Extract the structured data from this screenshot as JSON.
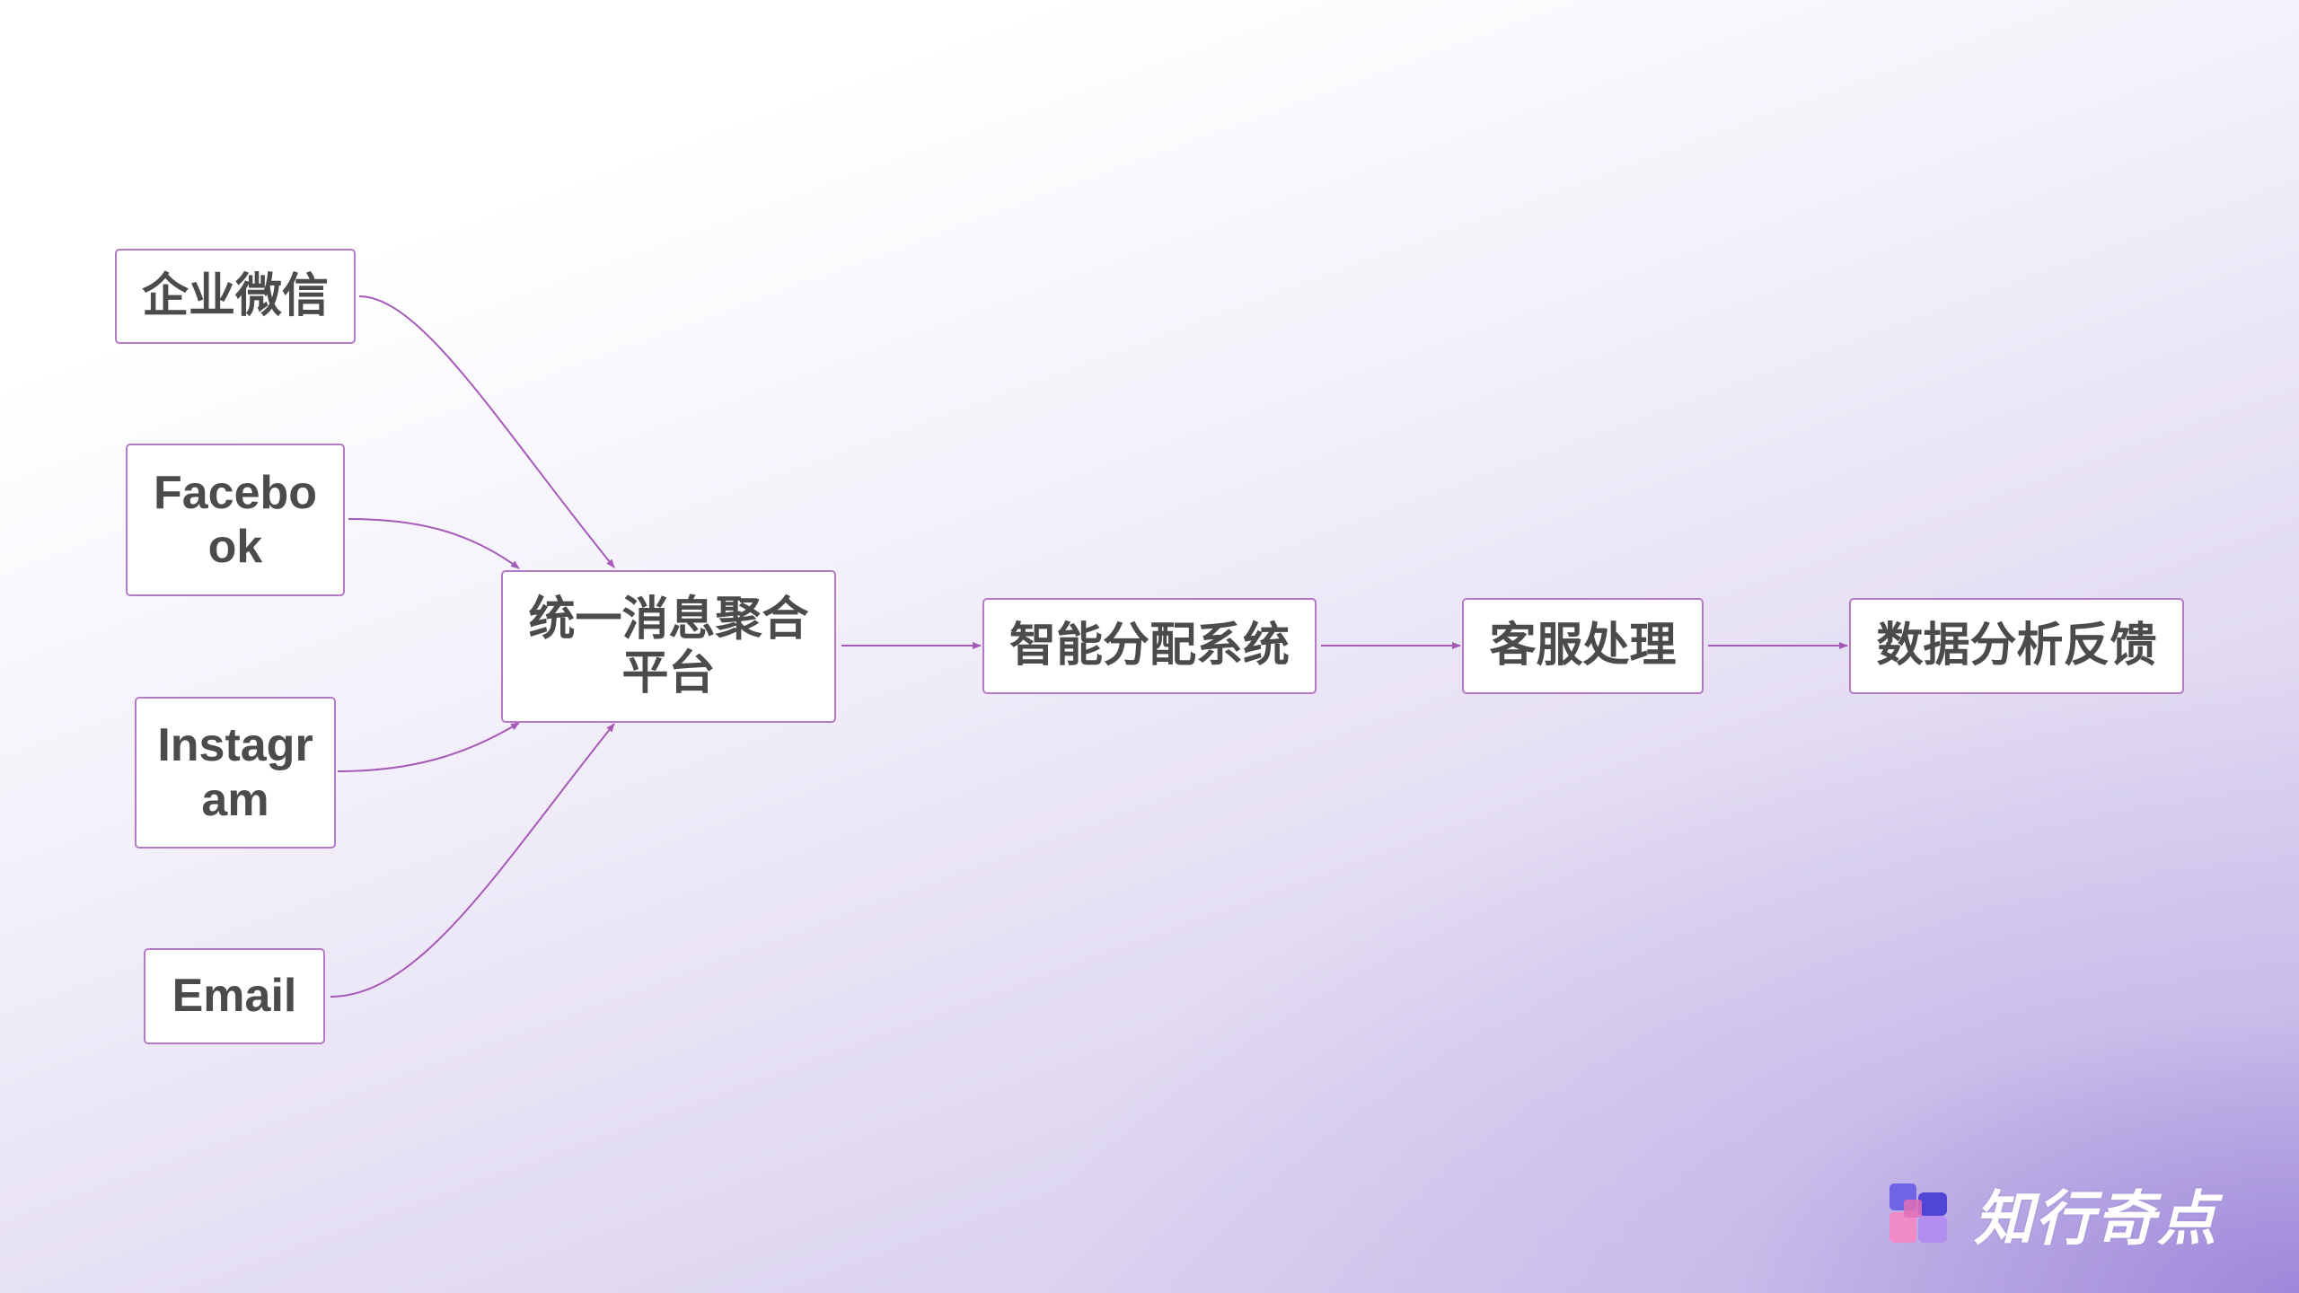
{
  "diagram": {
    "sources": [
      {
        "id": "wecom",
        "label": "企业微信"
      },
      {
        "id": "facebook",
        "label": "Facebook"
      },
      {
        "id": "instagram",
        "label": "Instagram"
      },
      {
        "id": "email",
        "label": "Email"
      }
    ],
    "pipeline": [
      {
        "id": "aggregation",
        "label": "统一消息聚合平台"
      },
      {
        "id": "dispatch",
        "label": "智能分配系统"
      },
      {
        "id": "service",
        "label": "客服处理"
      },
      {
        "id": "analytics",
        "label": "数据分析反馈"
      }
    ],
    "edges": [
      {
        "from": "wecom",
        "to": "aggregation"
      },
      {
        "from": "facebook",
        "to": "aggregation"
      },
      {
        "from": "instagram",
        "to": "aggregation"
      },
      {
        "from": "email",
        "to": "aggregation"
      },
      {
        "from": "aggregation",
        "to": "dispatch"
      },
      {
        "from": "dispatch",
        "to": "service"
      },
      {
        "from": "service",
        "to": "analytics"
      }
    ],
    "colors": {
      "border": "#b57ac6",
      "connector": "#a65ab8",
      "text": "#4b4b4b"
    }
  },
  "brand": {
    "name": "知行奇点",
    "icon": "brand-blocks-icon"
  }
}
